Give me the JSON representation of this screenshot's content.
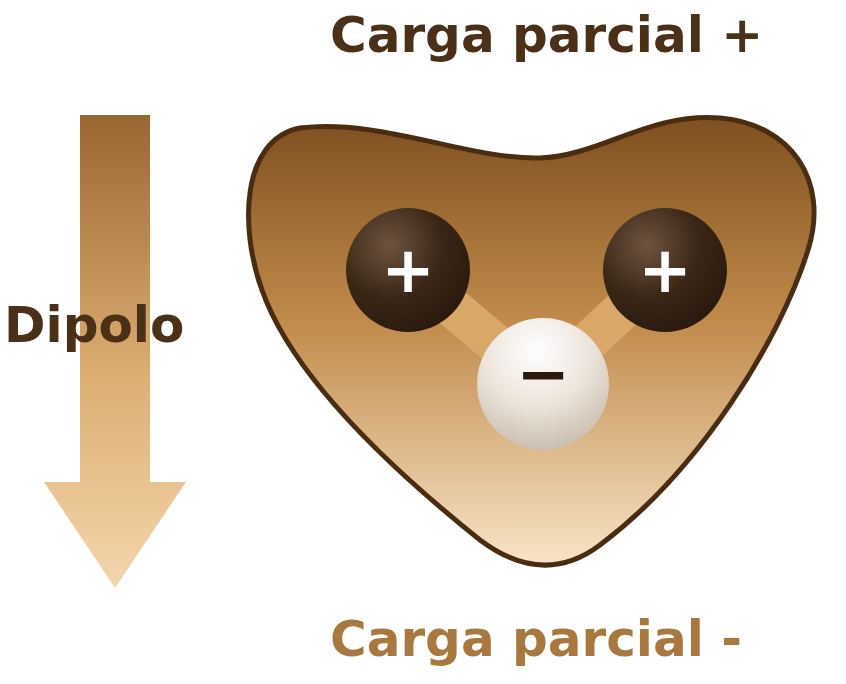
{
  "diagram": {
    "nodes": [
      {
        "text": [
          "+"
        ]
      },
      {
        "text": [
          "+"
        ]
      },
      {
        "text": [
          "−"
        ]
      }
    ],
    "edges": [
      {
        "from": 0,
        "to": 2,
        "arrow": "none"
      },
      {
        "from": 1,
        "to": 2,
        "arrow": "none"
      }
    ],
    "labels": [
      "Carga parcial +",
      "Dipolo",
      "Carga parcial -"
    ]
  }
}
